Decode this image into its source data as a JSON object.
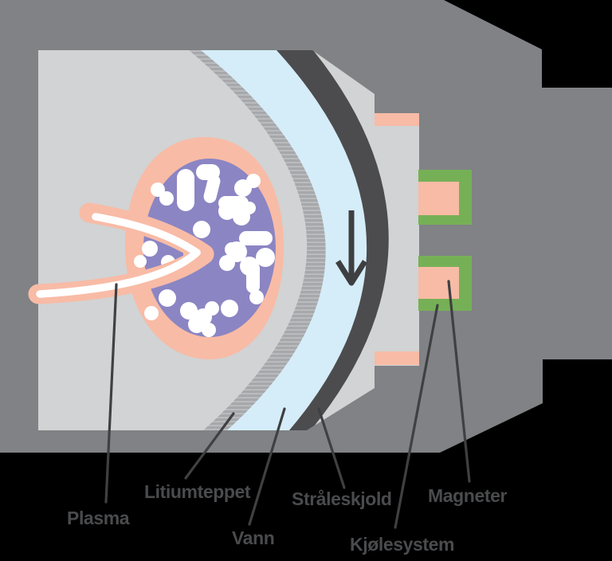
{
  "diagram": {
    "title": "Fusion reactor cross-section diagram",
    "labels": [
      {
        "id": "plasma",
        "text": "Plasma"
      },
      {
        "id": "litiumteppet",
        "text": "Litiumteppet"
      },
      {
        "id": "vann",
        "text": "Vann"
      },
      {
        "id": "straaleskjold",
        "text": "Stråleskjold"
      },
      {
        "id": "kjoelesystem",
        "text": "Kjølesystem"
      },
      {
        "id": "magneter",
        "text": "Magneter"
      }
    ],
    "icons": {
      "flow_arrow": "down-arrow"
    },
    "colors": {
      "background": "#000000",
      "body_gray": "#808285",
      "vessel_gray": "#D1D3D4",
      "blanket_gray": "#A6A8AB",
      "blanket_stripe": "#C2C4C6",
      "water_blue": "#D5EDF9",
      "shield_dark": "#4C4C4E",
      "plasma_pink": "#F8BBA6",
      "plasma_purple": "#8B85C3",
      "pellet_white": "#FFFFFF",
      "magnet_green": "#76B056",
      "label_text": "#4A4B4D",
      "leader_line": "#3F4042"
    }
  }
}
